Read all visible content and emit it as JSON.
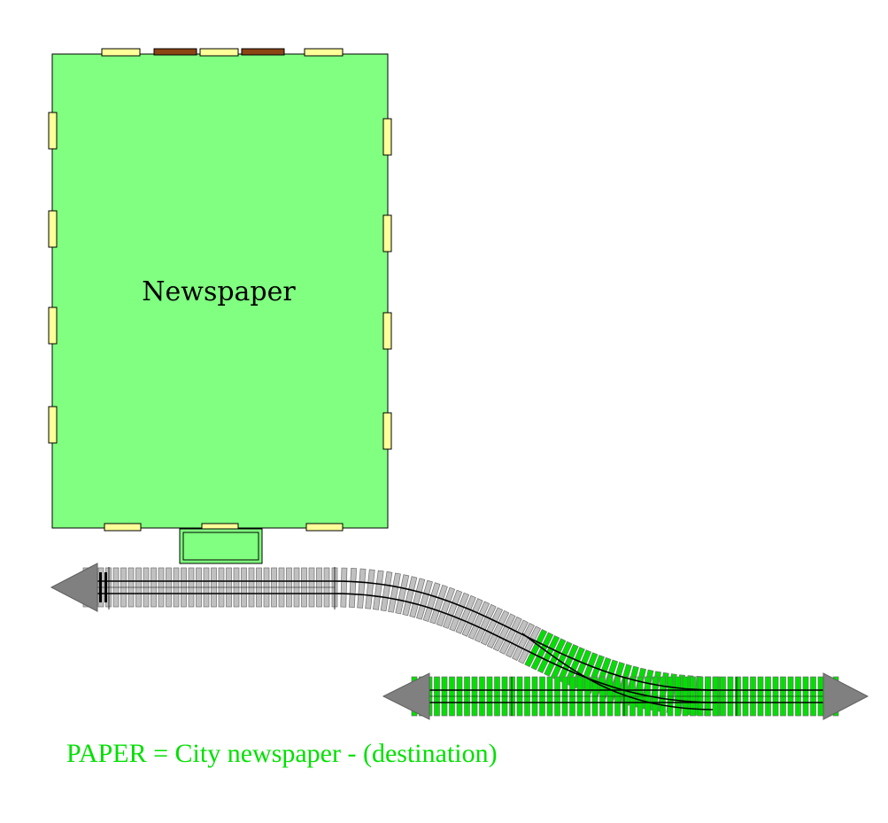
{
  "building": {
    "label": "Newspaper"
  },
  "legend": {
    "text": "PAPER = City newspaper - (destination)"
  },
  "colors": {
    "building_fill": "#80ff80",
    "window": "#ffff99",
    "door": "#8b4513",
    "tie_grey": "#c0c0c0",
    "tie_green": "#00e000",
    "rail": "#000000",
    "track_end_arrow": "#808080",
    "legend_text": "#00e000"
  },
  "icons": {
    "track_end_left": "track-end-arrow-left",
    "track_end_right": "track-end-arrow-right",
    "bumper": "bumper-stop"
  }
}
